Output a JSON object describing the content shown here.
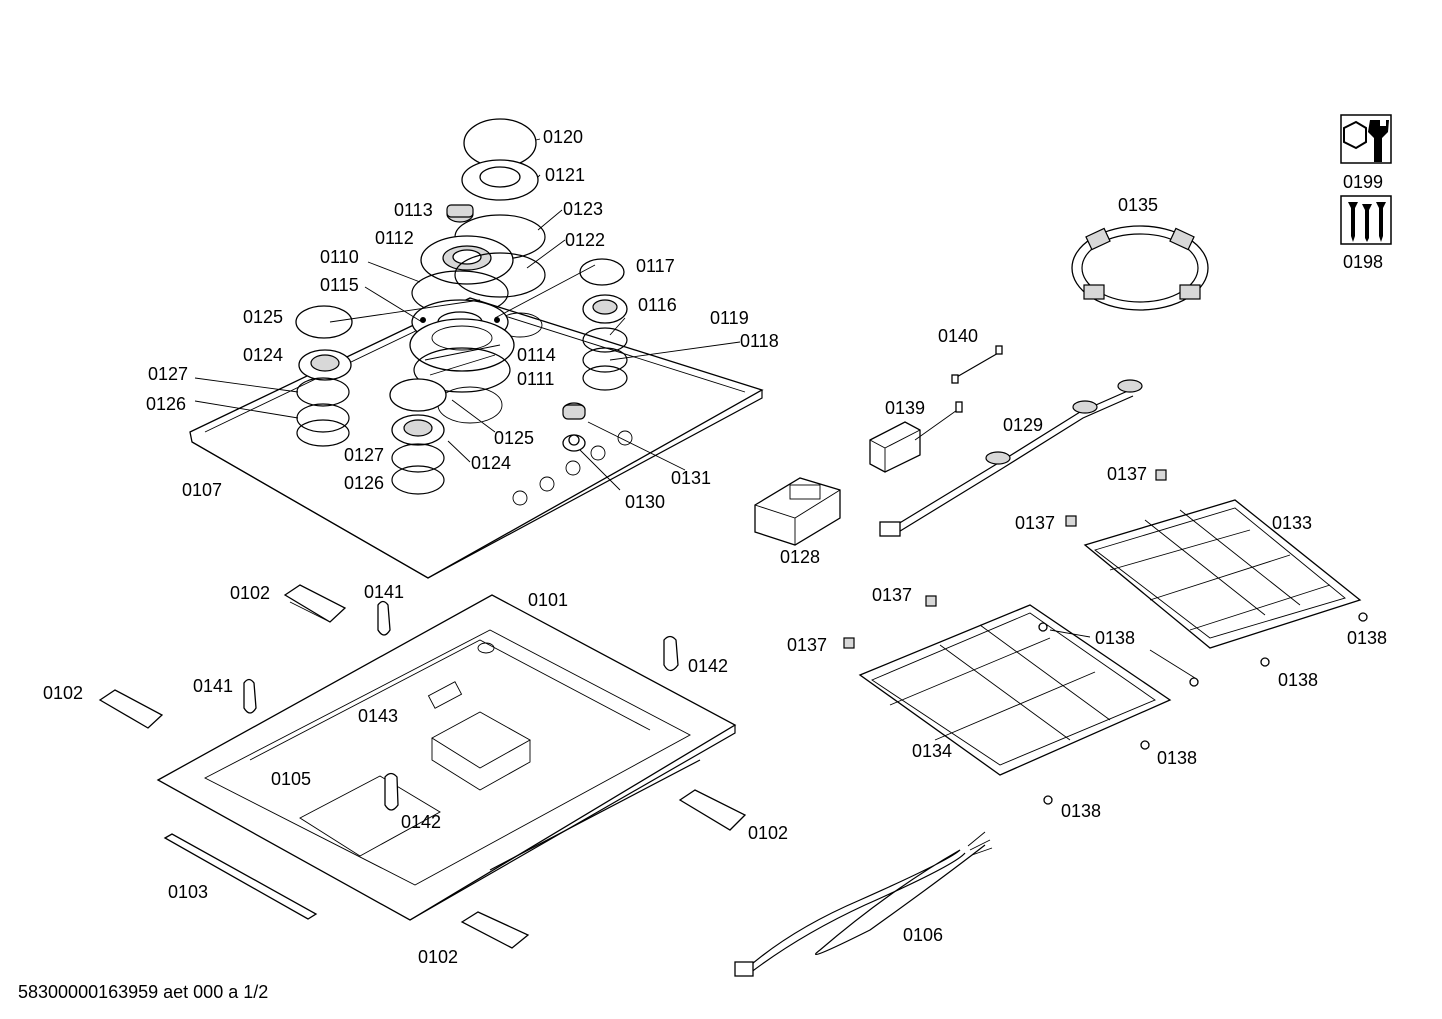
{
  "document_id": "58300000163959 aet 000 a 1/2",
  "side_icons": [
    {
      "label": "0199",
      "icon": "wrench-nut-icon"
    },
    {
      "label": "0198",
      "icon": "screws-icon"
    }
  ],
  "labels": {
    "p0120": "0120",
    "p0121": "0121",
    "p0113": "0113",
    "p0123": "0123",
    "p0112": "0112",
    "p0122": "0122",
    "p0110": "0110",
    "p0117": "0117",
    "p0115": "0115",
    "p0116": "0116",
    "p0125a": "0125",
    "p0119": "0119",
    "p0118": "0118",
    "p0124a": "0124",
    "p0114": "0114",
    "p0111": "0111",
    "p0127a": "0127",
    "p0126a": "0126",
    "p0125b": "0125",
    "p0124b": "0124",
    "p0127b": "0127",
    "p0126b": "0126",
    "p0131": "0131",
    "p0130": "0130",
    "p0107": "0107",
    "p0135": "0135",
    "p0140": "0140",
    "p0139": "0139",
    "p0129": "0129",
    "p0137a": "0137",
    "p0137b": "0137",
    "p0133": "0133",
    "p0128": "0128",
    "p0137c": "0137",
    "p0137d": "0137",
    "p0138a": "0138",
    "p0138b": "0138",
    "p0138c": "0138",
    "p0138d": "0138",
    "p0138e": "0138",
    "p0134": "0134",
    "p0102a": "0102",
    "p0141a": "0141",
    "p0101": "0101",
    "p0142a": "0142",
    "p0102b": "0102",
    "p0141b": "0141",
    "p0143": "0143",
    "p0105": "0105",
    "p0142b": "0142",
    "p0102c": "0102",
    "p0103": "0103",
    "p0102d": "0102",
    "p0106": "0106"
  }
}
